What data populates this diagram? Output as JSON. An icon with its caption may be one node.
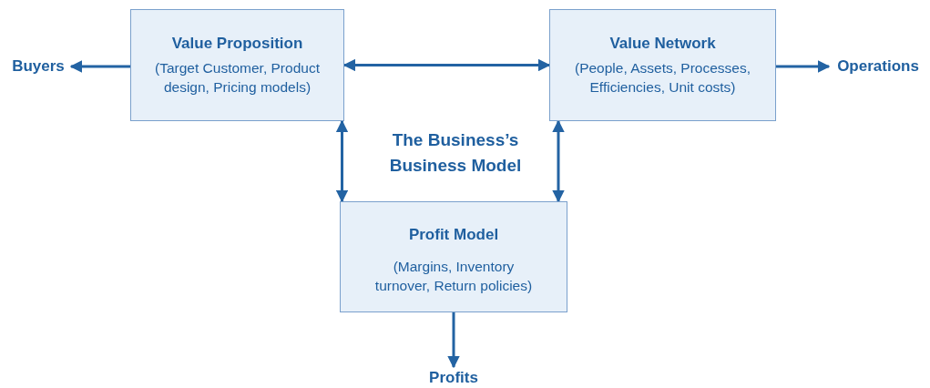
{
  "diagram": {
    "title": "The Business’s Business Model",
    "nodes": [
      {
        "text": [
          "Value Proposition",
          "(Target Customer, Product design, Pricing models)"
        ]
      },
      {
        "text": [
          "Value Network",
          "(People, Assets, Processes, Efficiencies, Unit costs)"
        ]
      },
      {
        "text": [
          "Profit Model",
          "(Margins, Inventory turnover, Return policies)"
        ]
      },
      {
        "text": [
          "Buyers"
        ]
      },
      {
        "text": [
          "Operations"
        ]
      },
      {
        "text": [
          "Profits"
        ]
      }
    ],
    "edges": [
      {
        "from": 0,
        "to": 3,
        "arrow": "to"
      },
      {
        "from": 0,
        "to": 1,
        "arrow": "both"
      },
      {
        "from": 1,
        "to": 4,
        "arrow": "to"
      },
      {
        "from": 0,
        "to": 2,
        "arrow": "both"
      },
      {
        "from": 1,
        "to": 2,
        "arrow": "both"
      },
      {
        "from": 2,
        "to": 5,
        "arrow": "to"
      }
    ]
  }
}
